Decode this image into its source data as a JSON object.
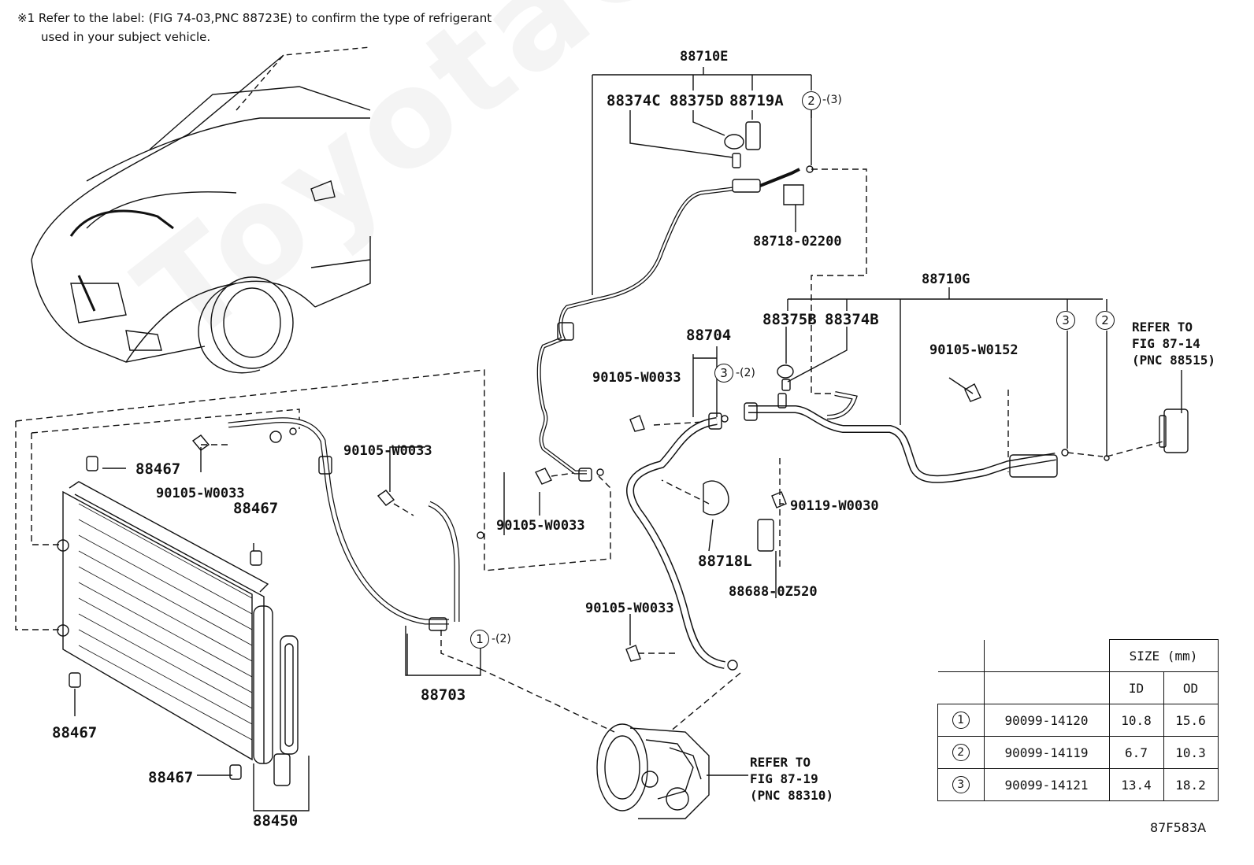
{
  "note": {
    "line1": "※1 Refer to the label: (FIG 74-03,PNC 88723E) to confirm the type of refrigerant",
    "line2": "used in your subject vehicle."
  },
  "watermark": "ToyotaCarMine.ru",
  "labels": {
    "p88710E": "88710E",
    "p88374C": "88374C",
    "p88375D": "88375D",
    "p88719A": "88719A",
    "p88718_02200": "88718-02200",
    "p88710G": "88710G",
    "p88375B": "88375B",
    "p88374B": "88374B",
    "p88704": "88704",
    "w0152": "90105-W0152",
    "w0033_a": "90105-W0033",
    "w0033_b": "90105-W0033",
    "w0033_c": "90105-W0033",
    "w0033_d": "90105-W0033",
    "w0033_e": "90105-W0033",
    "w0030": "90119-W0030",
    "p88718L": "88718L",
    "p88688": "88688-0Z520",
    "p88467_a": "88467",
    "p88467_b": "88467",
    "p88467_c": "88467",
    "p88467_d": "88467",
    "p88703": "88703",
    "p88450": "88450",
    "figcode": "87F583A"
  },
  "circle_refs": {
    "c2_top": {
      "num": "2",
      "sub": "-(3)"
    },
    "c3_mid": {
      "num": "3",
      "sub": "-(2)"
    },
    "c1_low": {
      "num": "1",
      "sub": "-(2)"
    },
    "c3_right": {
      "num": "3"
    },
    "c2_right": {
      "num": "2"
    }
  },
  "refers": {
    "fig87_14": "REFER TO\nFIG 87-14\n(PNC 88515)",
    "fig87_19": "REFER TO\nFIG 87-19\n(PNC 88310)"
  },
  "size_table": {
    "header": "SIZE (mm)",
    "col_id": "ID",
    "col_od": "OD",
    "rows": [
      {
        "ref": "1",
        "part": "90099-14120",
        "id": "10.8",
        "od": "15.6"
      },
      {
        "ref": "2",
        "part": "90099-14119",
        "id": "6.7",
        "od": "10.3"
      },
      {
        "ref": "3",
        "part": "90099-14121",
        "id": "13.4",
        "od": "18.2"
      }
    ]
  }
}
